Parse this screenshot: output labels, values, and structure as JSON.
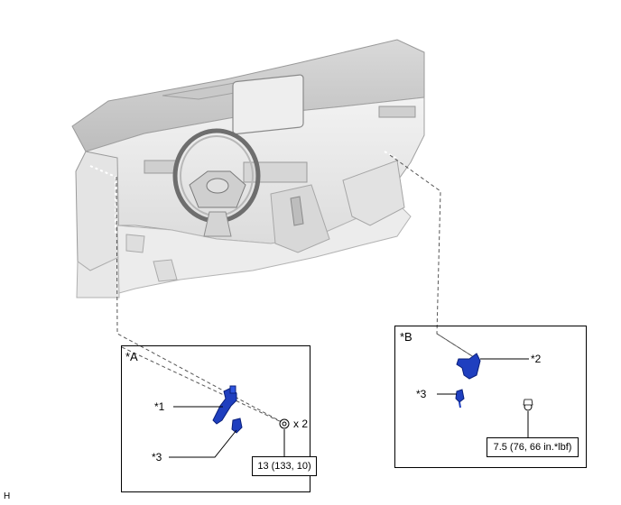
{
  "figure": {
    "image_code": "H",
    "view_a": {
      "title": "*A",
      "callouts": {
        "part_1": "*1",
        "part_3": "*3"
      },
      "fastener_qty": "x 2",
      "torque": "13 (133, 10)"
    },
    "view_b": {
      "title": "*B",
      "callouts": {
        "part_2": "*2",
        "part_3": "*3"
      },
      "torque": "7.5 (76, 66 in.*lbf)"
    }
  },
  "colors": {
    "part_blue": "#1f3fbf",
    "line": "#000000",
    "dash": "#555555",
    "dash_body": "#e6e6e6"
  }
}
